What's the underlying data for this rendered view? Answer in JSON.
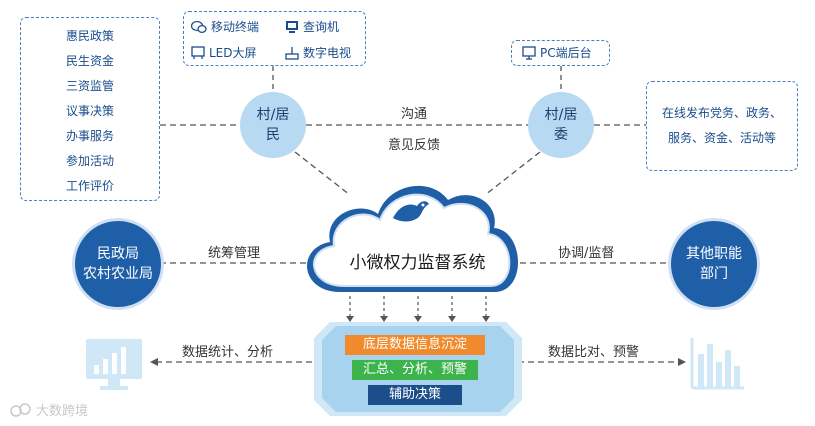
{
  "left_box": {
    "items": [
      "惠民政策",
      "民生资金",
      "三资监管",
      "议事决策",
      "办事服务",
      "参加活动",
      "工作评价"
    ]
  },
  "devices": {
    "mobile": "移动终端",
    "kiosk": "查询机",
    "led": "LED大屏",
    "tv": "数字电视"
  },
  "pc_box": {
    "label": "PC端后台"
  },
  "right_box": {
    "lines": [
      "在线发布党务、政务、",
      "服务、资金、活动等"
    ]
  },
  "nodes": {
    "villager": {
      "line1": "村/居",
      "line2": "民"
    },
    "committee": {
      "line1": "村/居",
      "line2": "委"
    },
    "civil": {
      "line1": "民政局",
      "line2": "农村农业局"
    },
    "other": {
      "line1": "其他职能",
      "line2": "部门"
    }
  },
  "labels": {
    "communicate": "沟通",
    "feedback": "意见反馈",
    "coordinate": "统筹管理",
    "supervise": "协调/监督",
    "stats": "数据统计、分析",
    "compare": "数据比对、预警"
  },
  "cloud": {
    "title": "小微权力监督系统"
  },
  "hex": {
    "row1": "底层数据信息沉淀",
    "row2": "汇总、分析、预警",
    "row3": "辅助决策"
  },
  "watermark": {
    "text": "大数跨境"
  },
  "colors": {
    "primary": "#1f5fa8",
    "light": "#b7daf2",
    "orange": "#f08a2c",
    "green": "#3cb44b",
    "navy": "#1c4f8a"
  }
}
